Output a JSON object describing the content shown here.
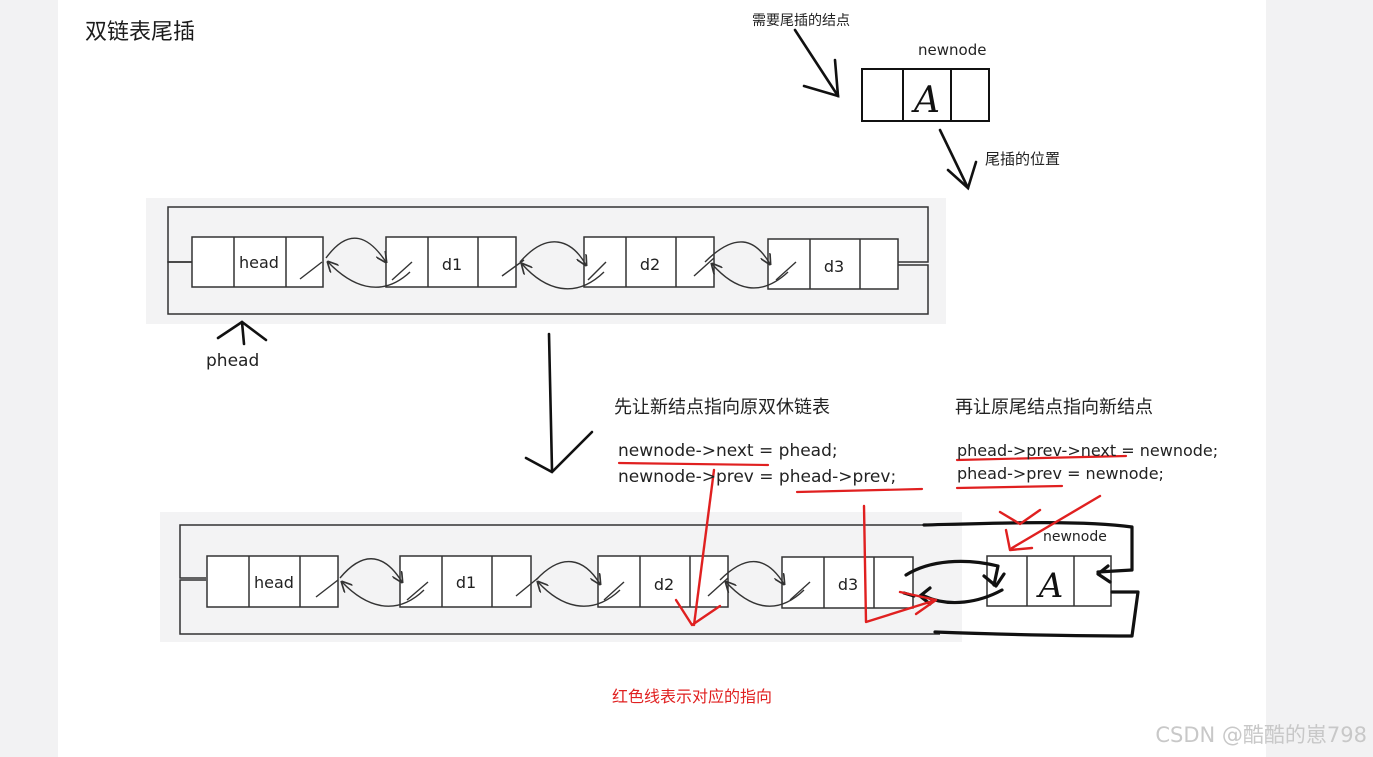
{
  "title": "双链表尾插",
  "annotations": {
    "node_to_insert": "需要尾插的结点",
    "newnode_label_top": "newnode",
    "newnode_letter": "A",
    "tail_position": "尾插的位置",
    "phead_label": "phead",
    "step1_title": "先让新结点指向原双休链表",
    "step1_code": [
      "newnode->next = phead;",
      "newnode->prev = phead->prev;"
    ],
    "step2_title": "再让原尾结点指向新结点",
    "step2_code": [
      "phead->prev->next = newnode;",
      "phead->prev = newnode;"
    ],
    "newnode_label_bottom": "newnode",
    "red_note": "红色线表示对应的指向"
  },
  "list_nodes": [
    "head",
    "d1",
    "d2",
    "d3"
  ],
  "watermark": "CSDN @酷酷的崽798",
  "colors": {
    "ink": "#222222",
    "red": "#e02020",
    "hand": "#111111",
    "panel": "#f3f3f4"
  }
}
